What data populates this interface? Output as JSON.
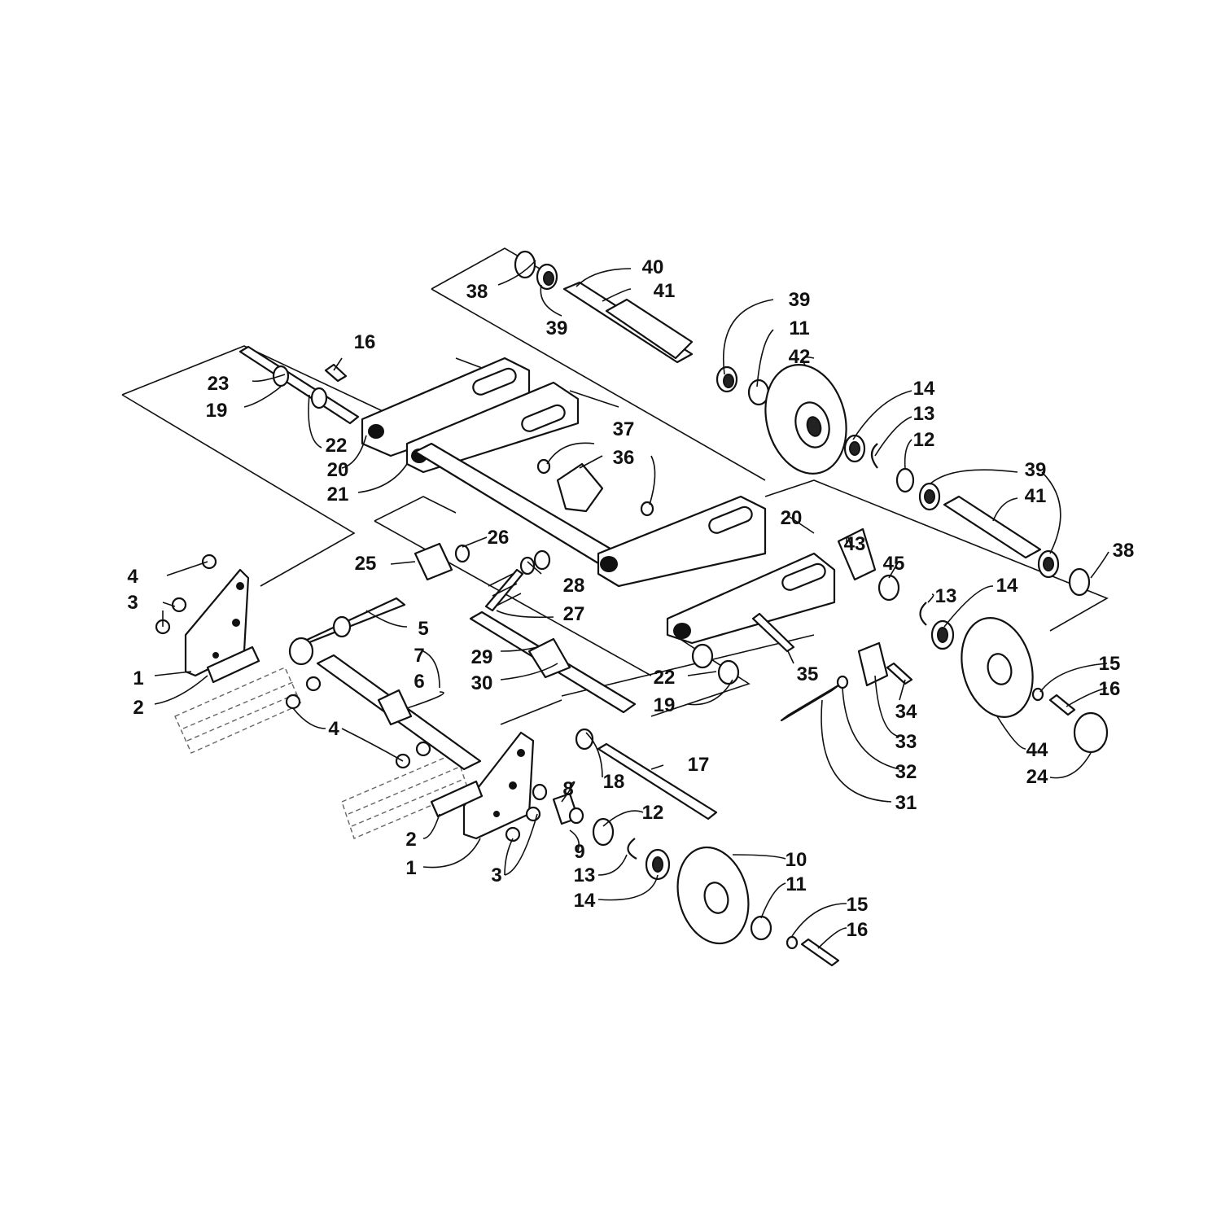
{
  "diagram": {
    "callouts": {
      "c1a": "1",
      "c1b": "1",
      "c2a": "2",
      "c2b": "2",
      "c3a": "3",
      "c3b": "3",
      "c4a": "4",
      "c4b": "4",
      "c5": "5",
      "c6": "6",
      "c7": "7",
      "c8": "8",
      "c9": "9",
      "c10": "10",
      "c11a": "11",
      "c11b": "11",
      "c12a": "12",
      "c12b": "12",
      "c13a": "13",
      "c13b": "13",
      "c13c": "13",
      "c14a": "14",
      "c14b": "14",
      "c14c": "14",
      "c15a": "15",
      "c15b": "15",
      "c16a": "16",
      "c16b": "16",
      "c16c": "16",
      "c17": "17",
      "c18": "18",
      "c19a": "19",
      "c19b": "19",
      "c20a": "20",
      "c20b": "20",
      "c21": "21",
      "c22a": "22",
      "c22b": "22",
      "c23": "23",
      "c24": "24",
      "c25": "25",
      "c26": "26",
      "c27": "27",
      "c28": "28",
      "c29": "29",
      "c30": "30",
      "c31": "31",
      "c32": "32",
      "c33": "33",
      "c34": "34",
      "c35": "35",
      "c36": "36",
      "c37": "37",
      "c38a": "38",
      "c38b": "38",
      "c39a": "39",
      "c39b": "39",
      "c39c": "39",
      "c40": "40",
      "c41a": "41",
      "c41b": "41",
      "c42": "42",
      "c43": "43",
      "c44": "44",
      "c45": "45"
    }
  }
}
